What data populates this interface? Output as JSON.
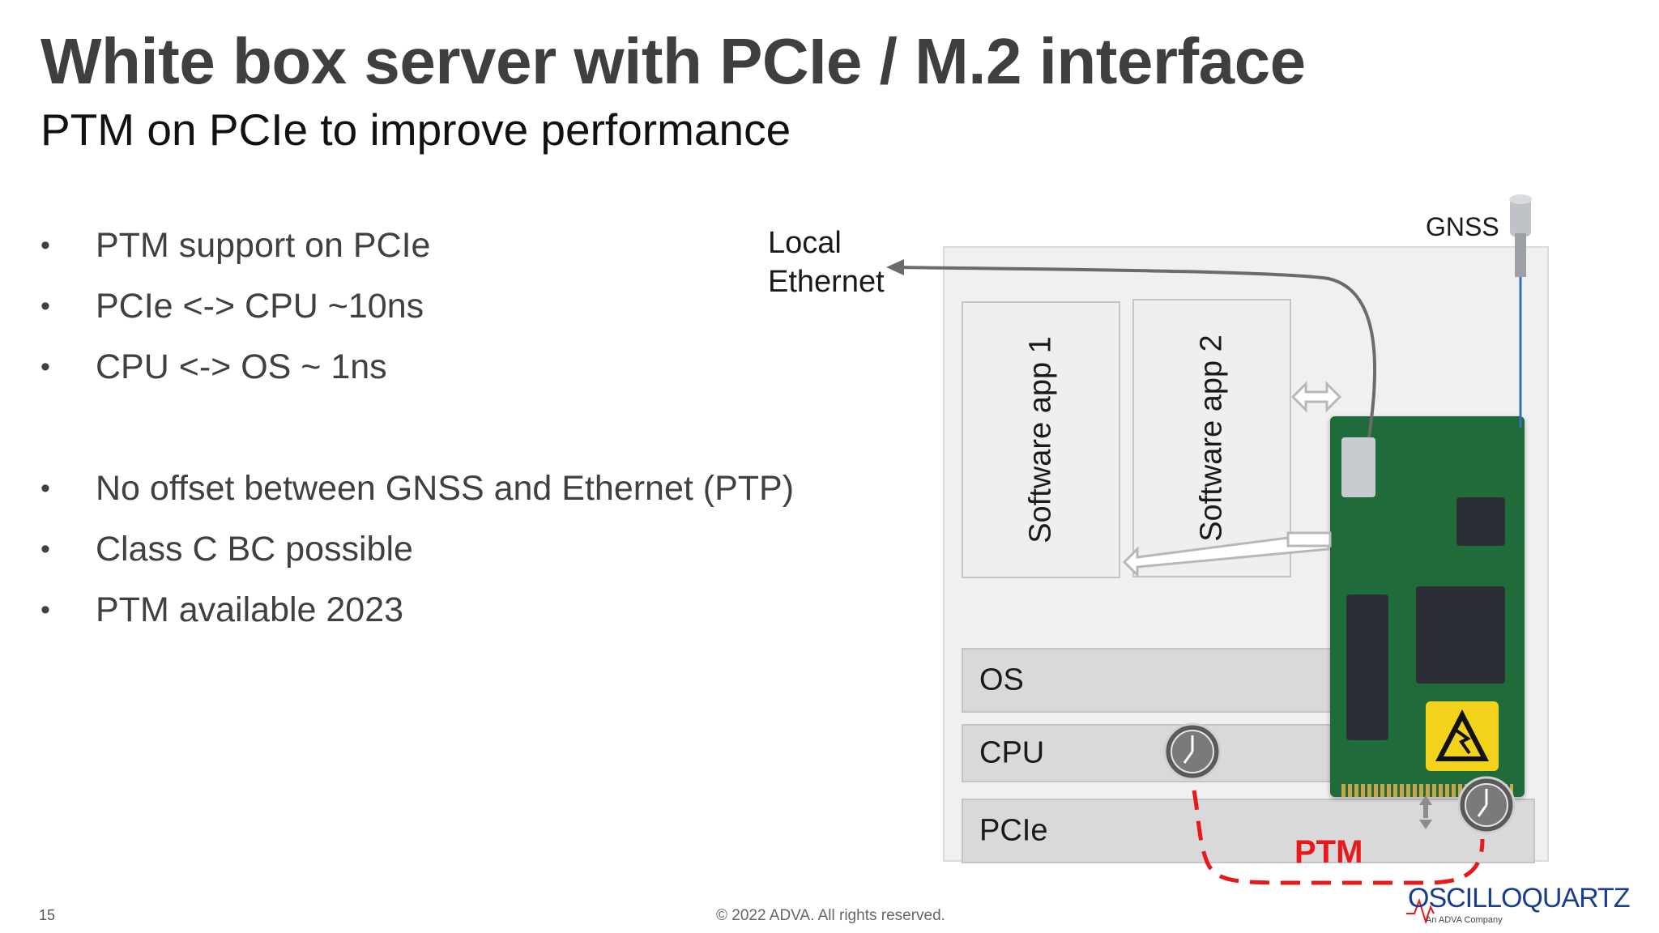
{
  "slide": {
    "title": "White box server with PCIe / M.2 interface",
    "subtitle": "PTM on PCIe to improve performance",
    "page_number": "15",
    "copyright": "© 2022 ADVA. All rights reserved."
  },
  "bullets": {
    "marker": "•",
    "group1": [
      "PTM support on PCIe",
      "PCIe <-> CPU ~10ns",
      "CPU <-> OS ~ 1ns"
    ],
    "group2": [
      "No offset between GNSS and Ethernet (PTP)",
      "Class C BC possible",
      "PTM available 2023"
    ]
  },
  "diagram": {
    "local_ethernet_line1": "Local",
    "local_ethernet_line2": "Ethernet",
    "gnss": "GNSS",
    "app1": "Software app 1",
    "app2": "Software app 2",
    "os": "OS",
    "cpu": "CPU",
    "pcie": "PCIe",
    "ptm": "PTM",
    "ptm_color": "#e8191a"
  },
  "logo": {
    "name": "OSCILLOQUARTZ",
    "tagline": "An ADVA Company",
    "color": "#1a3d8f"
  }
}
